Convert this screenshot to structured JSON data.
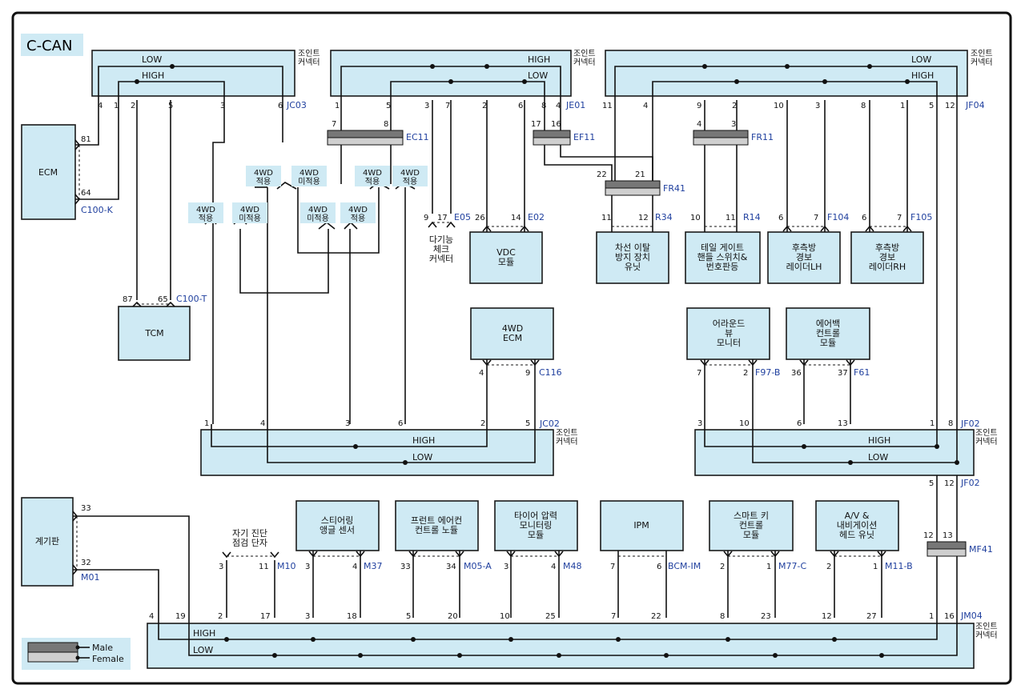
{
  "diagram": {
    "title": "C-CAN",
    "bus_high": "HIGH",
    "bus_low": "LOW",
    "legend": {
      "male": "Male",
      "female": "Female"
    }
  },
  "joint_connectors": [
    {
      "id": "JC03",
      "label": "조인트\n커넥터",
      "pins": [
        "4",
        "1",
        "2",
        "5",
        "3",
        "6"
      ]
    },
    {
      "id": "JE01",
      "label": "조인트\n커넥터",
      "pins": [
        "1",
        "5",
        "3",
        "7",
        "2",
        "6",
        "8",
        "4"
      ]
    },
    {
      "id": "JF04",
      "label": "조인트\n커넥터",
      "pins": [
        "11",
        "4",
        "9",
        "2",
        "10",
        "3",
        "8",
        "1",
        "5",
        "12"
      ]
    },
    {
      "id": "JC02",
      "label": "조인트\n커넥터",
      "pins": [
        "1",
        "4",
        "3",
        "6",
        "2",
        "5"
      ]
    },
    {
      "id": "JF02",
      "label": "조인트\n커넥터",
      "pins": [
        "3",
        "10",
        "6",
        "13",
        "1",
        "8"
      ]
    },
    {
      "id": "JM04",
      "label": "조인트\n커넥터",
      "pins": [
        "4",
        "19",
        "2",
        "17",
        "3",
        "18",
        "5",
        "20",
        "10",
        "25",
        "7",
        "22",
        "8",
        "23",
        "12",
        "27",
        "1",
        "16"
      ]
    }
  ],
  "modules": {
    "ecm": {
      "name": "ECM",
      "pins": [
        "81",
        "64"
      ],
      "code": "C100-K"
    },
    "tcm": {
      "name": "TCM",
      "pins": [
        "87",
        "65"
      ],
      "code": "C100-T"
    },
    "multi_check": {
      "name": "다기능\n체크\n커넥터",
      "pins": [
        "9",
        "17"
      ],
      "code": "E05"
    },
    "vdc": {
      "name": "VDC\n모듈",
      "pins": [
        "26",
        "14"
      ],
      "code": "E02"
    },
    "ecm4wd": {
      "name": "4WD\nECM",
      "pins": [
        "4",
        "9"
      ],
      "code": "C116"
    },
    "lane": {
      "name": "차선 이탈\n방지 장치\n유닛",
      "pins": [
        "11",
        "12"
      ],
      "code": "R34"
    },
    "tailgate": {
      "name": "테일 게이트\n핸들 스위치&\n번호판등",
      "pins": [
        "10",
        "11"
      ],
      "code": "R14"
    },
    "rear_lh": {
      "name": "후측방\n경보\n레이더LH",
      "pins": [
        "6",
        "7"
      ],
      "code": "F104"
    },
    "rear_rh": {
      "name": "후측방\n경보\n레이더RH",
      "pins": [
        "6",
        "7"
      ],
      "code": "F105"
    },
    "avm": {
      "name": "어라운드\n뷰\n모니터",
      "pins": [
        "7",
        "2"
      ],
      "code": "F97-B"
    },
    "airbag": {
      "name": "에어백\n컨트롤\n모듈",
      "pins": [
        "36",
        "37"
      ],
      "code": "F61"
    },
    "cluster": {
      "name": "계기판",
      "pins": [
        "33",
        "32"
      ],
      "code": "M01"
    },
    "diag": {
      "name": "자기 진단\n점검 단자",
      "pins": [
        "3",
        "11"
      ],
      "code": "M10"
    },
    "steering": {
      "name": "스티어링\n앵글 센서",
      "pins": [
        "3",
        "4"
      ],
      "code": "M37"
    },
    "fatc": {
      "name": "프런트 에어컨\n컨트롤 노듈",
      "pins": [
        "33",
        "34"
      ],
      "code": "M05-A"
    },
    "tpms": {
      "name": "타이어 압력\n모니터링\n모듈",
      "pins": [
        "3",
        "4"
      ],
      "code": "M48"
    },
    "ipm": {
      "name": "IPM",
      "pins": [
        "7",
        "6"
      ],
      "code": "BCM-IM"
    },
    "smartkey": {
      "name": "스마트 키\n컨트롤\n모듈",
      "pins": [
        "2",
        "1"
      ],
      "code": "M77-C"
    },
    "avn": {
      "name": "A/V &\n내비게이션\n헤드 유닛",
      "pins": [
        "2",
        "1"
      ],
      "code": "M11-B"
    }
  },
  "inline_connectors": [
    {
      "id": "EC11",
      "pins": [
        "7",
        "8"
      ]
    },
    {
      "id": "EF11",
      "pins": [
        "17",
        "16"
      ]
    },
    {
      "id": "FR11",
      "pins": [
        "4",
        "3"
      ]
    },
    {
      "id": "FR41",
      "pins": [
        "22",
        "21"
      ]
    },
    {
      "id": "MF41",
      "pins": [
        "12",
        "13"
      ]
    },
    {
      "id": "JF02-out",
      "pins": [
        "5",
        "12"
      ],
      "code": "JF02"
    }
  ],
  "options": {
    "applied": "4WD\n적용",
    "not_applied": "4WD\n미적용"
  }
}
